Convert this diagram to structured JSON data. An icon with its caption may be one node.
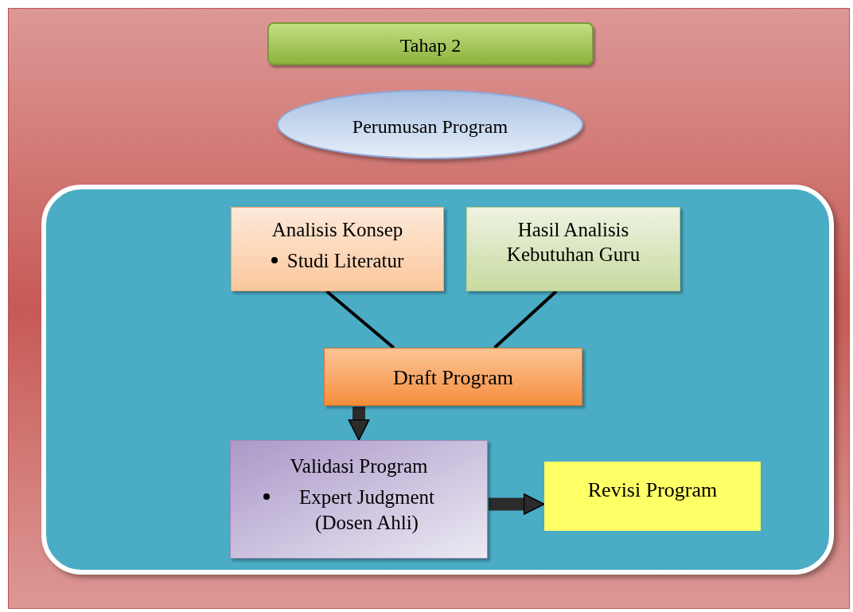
{
  "diagram": {
    "nodes": [
      {
        "text": [
          "Tahap 2"
        ]
      },
      {
        "text": [
          "Perumusan Program"
        ]
      },
      {
        "text": [
          "Analisis Konsep",
          "Studi Literatur"
        ]
      },
      {
        "text": [
          "Hasil Analisis Kebutuhan Guru"
        ]
      },
      {
        "text": [
          "Draft Program"
        ]
      },
      {
        "text": [
          "Validasi Program",
          "Expert Judgment (Dosen Ahli)"
        ]
      },
      {
        "text": [
          "Revisi Program"
        ]
      }
    ],
    "edges": [
      {
        "from": 2,
        "to": 4,
        "arrow": "none"
      },
      {
        "from": 3,
        "to": 4,
        "arrow": "none"
      },
      {
        "from": 4,
        "to": 5,
        "arrow": "to",
        "style": "thick"
      },
      {
        "from": 5,
        "to": 6,
        "arrow": "to",
        "style": "thick"
      }
    ]
  }
}
